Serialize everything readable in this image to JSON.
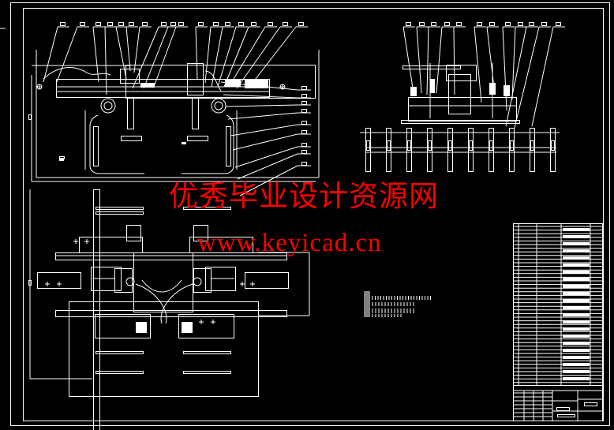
{
  "drawing": {
    "background": "#000000",
    "line_color": "#ffffff",
    "views": [
      "front-view",
      "side-view",
      "plan-view",
      "parts-list",
      "title-block",
      "technical-notes"
    ]
  },
  "watermark": {
    "text_cn": "优秀毕业设计资源网",
    "url": "www.keyicad.cn",
    "color": "#ff0000"
  }
}
